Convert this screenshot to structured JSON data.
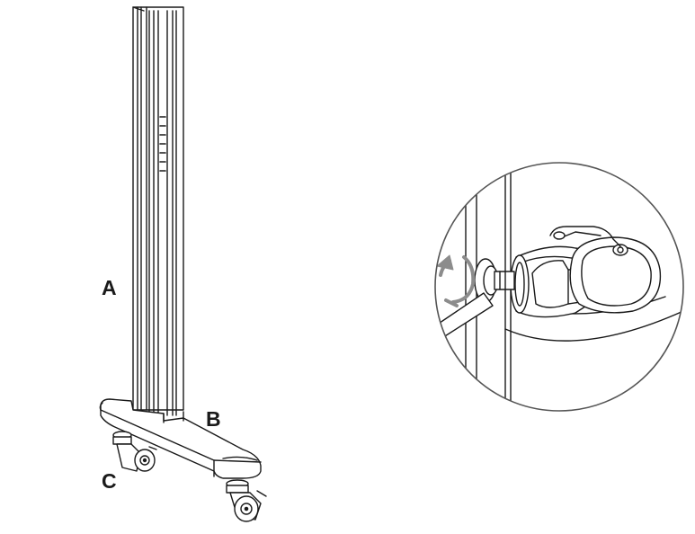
{
  "labels": {
    "a": "A",
    "b": "B",
    "c": "C"
  },
  "colors": {
    "line": "#1a1a1a",
    "circle": "#555555",
    "shade": "#d9d9d9",
    "arrow": "#8c8c8c"
  },
  "icons": {
    "rotate_arrow": "rotate-arrow-icon"
  }
}
